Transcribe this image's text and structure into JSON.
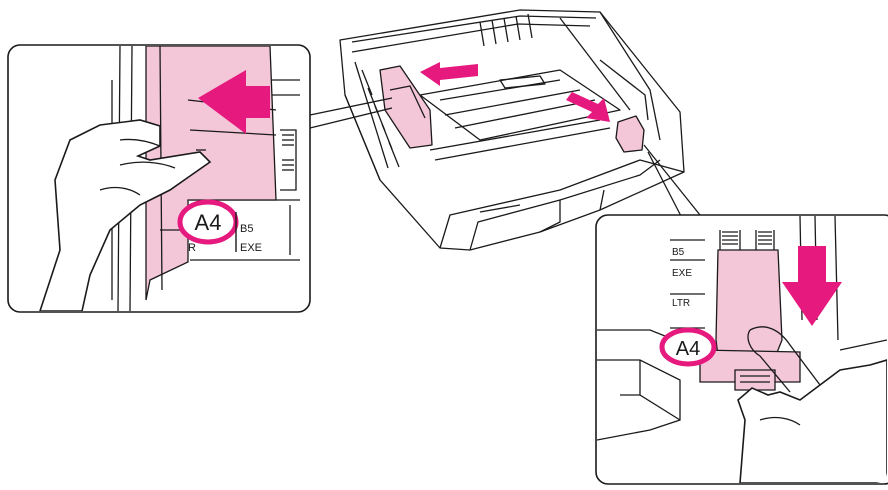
{
  "colors": {
    "accent": "#e6197e",
    "guide_pink": "#f3c6d8",
    "outline": "#1a1a1a",
    "background": "#ffffff"
  },
  "left_inset": {
    "size_label": "A4",
    "scale_labels": [
      "B5",
      "EXE",
      "R"
    ],
    "arrow_direction": "left"
  },
  "right_inset": {
    "size_label": "A4",
    "scale_labels": [
      "B5",
      "EXE",
      "LTR"
    ],
    "arrow_direction": "down"
  },
  "tray": {
    "arrows": [
      "left",
      "down-right"
    ]
  }
}
